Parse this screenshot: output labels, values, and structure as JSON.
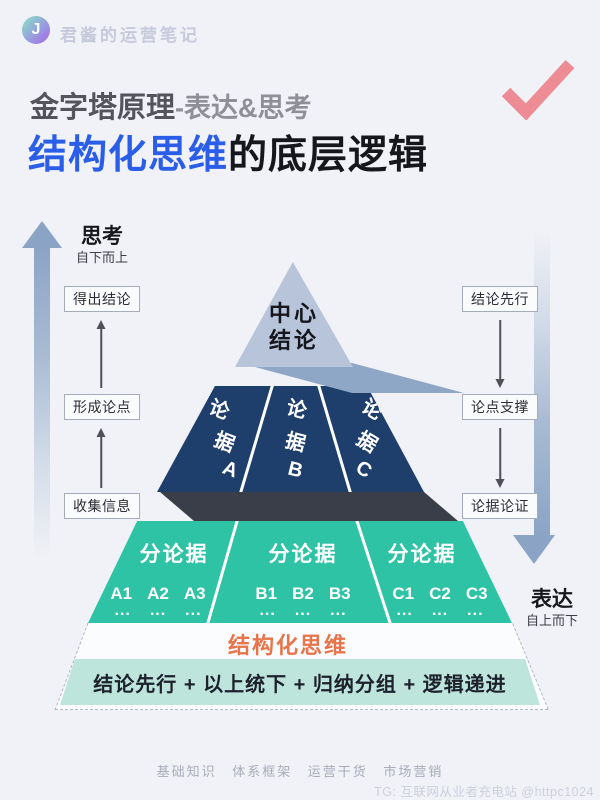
{
  "brand": {
    "logo_letter": "J",
    "name": "君酱的运营笔记"
  },
  "header": {
    "kicker_bold": "金字塔原理",
    "kicker_rest": "-表达&思考",
    "title_highlight": "结构化思维",
    "title_rest": "的底层逻辑"
  },
  "left_flow": {
    "label": "思考",
    "sublabel": "自下而上",
    "steps": [
      {
        "label": "得出结论"
      },
      {
        "label": "形成论点"
      },
      {
        "label": "收集信息"
      }
    ]
  },
  "right_flow": {
    "label": "表达",
    "sublabel": "自上而下",
    "steps": [
      {
        "label": "结论先行"
      },
      {
        "label": "论点支撑"
      },
      {
        "label": "论据论证"
      }
    ]
  },
  "pyramid": {
    "apex": {
      "line1": "中心",
      "line2": "结论"
    },
    "arguments": {
      "panels": [
        {
          "chars": [
            "论",
            "据",
            "A"
          ]
        },
        {
          "chars": [
            "论",
            "据",
            "B"
          ]
        },
        {
          "chars": [
            "论",
            "据",
            "C"
          ]
        }
      ]
    },
    "sub_arguments": {
      "dots": "...",
      "panels": [
        {
          "title": "分论据",
          "items": [
            "A1",
            "A2",
            "A3"
          ]
        },
        {
          "title": "分论据",
          "items": [
            "B1",
            "B2",
            "B3"
          ]
        },
        {
          "title": "分论据",
          "items": [
            "C1",
            "C2",
            "C3"
          ]
        }
      ]
    },
    "base": {
      "title": "结构化思维",
      "formula": "结论先行 + 以上统下 + 归纳分组 + 逻辑递进"
    }
  },
  "footer": {
    "tags": "基础知识 体系框架 运营干货 市场营销",
    "watermark": "TG: 互联网从业者充电站 @httpc1024"
  },
  "colors": {
    "background": "#f1f2f7",
    "title_blue": "#2a5de8",
    "navy": "#1e3e6b",
    "navy_shadow": "#3a3e49",
    "teal": "#2ec3a4",
    "mint": "#bee5dc",
    "orange": "#e7744b",
    "check_pink": "#ee8c96",
    "arrow_blue": "#8ba4c6",
    "apex_gray_blue": "#b7c4da"
  }
}
